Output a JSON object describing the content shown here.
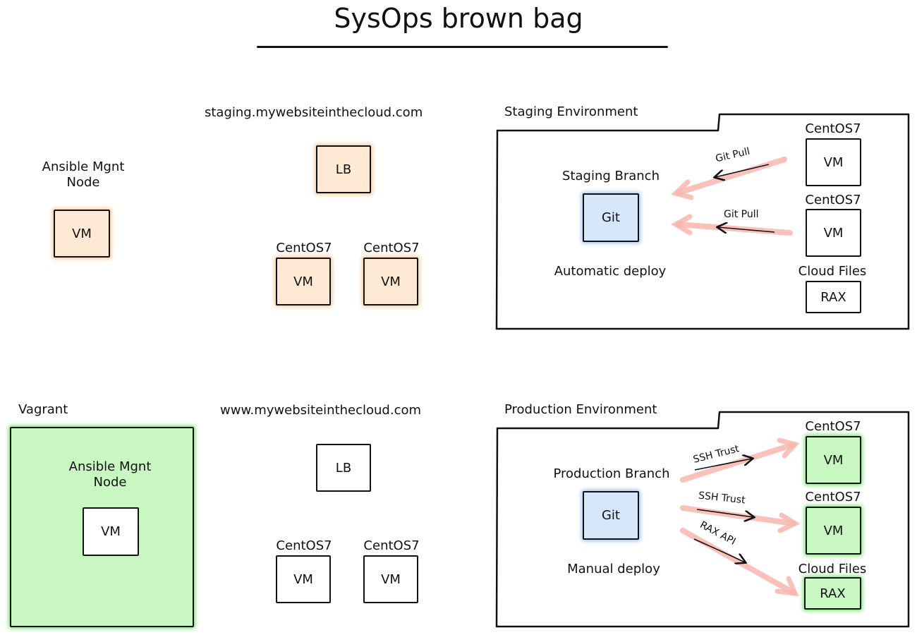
{
  "title": "SysOps brown bag",
  "top_left": {
    "label": "Ansible Mgnt\nNode",
    "vm_label": "VM"
  },
  "staging_site": {
    "domain": "staging.mywebsiteinthecloud.com",
    "lb_label": "LB",
    "nodes": [
      {
        "os": "CentOS7",
        "label": "VM"
      },
      {
        "os": "CentOS7",
        "label": "VM"
      }
    ]
  },
  "staging_env": {
    "title": "Staging Environment",
    "branch": "Staging Branch",
    "git_label": "Git",
    "deploy": "Automatic deploy",
    "servers": [
      {
        "os": "CentOS7",
        "label": "VM",
        "link": "Git Pull"
      },
      {
        "os": "CentOS7",
        "label": "VM",
        "link": "Git Pull"
      }
    ],
    "storage": {
      "name": "Cloud Files",
      "label": "RAX"
    }
  },
  "vagrant": {
    "title": "Vagrant",
    "label": "Ansible Mgnt\nNode",
    "vm_label": "VM"
  },
  "prod_site": {
    "domain": "www.mywebsiteinthecloud.com",
    "lb_label": "LB",
    "nodes": [
      {
        "os": "CentOS7",
        "label": "VM"
      },
      {
        "os": "CentOS7",
        "label": "VM"
      }
    ]
  },
  "prod_env": {
    "title": "Production Environment",
    "branch": "Production Branch",
    "git_label": "Git",
    "deploy": "Manual deploy",
    "servers": [
      {
        "os": "CentOS7",
        "label": "VM",
        "link": "SSH Trust"
      },
      {
        "os": "CentOS7",
        "label": "VM",
        "link": "SSH Trust"
      }
    ],
    "storage": {
      "name": "Cloud Files",
      "label": "RAX",
      "link": "RAX API"
    }
  },
  "colors": {
    "orange_fill": "#fde9d4",
    "blue_fill": "#d6e6fb",
    "green_fill": "#c8f7c2",
    "arrow_glow": "#f8b6ad",
    "ink": "#111111"
  }
}
